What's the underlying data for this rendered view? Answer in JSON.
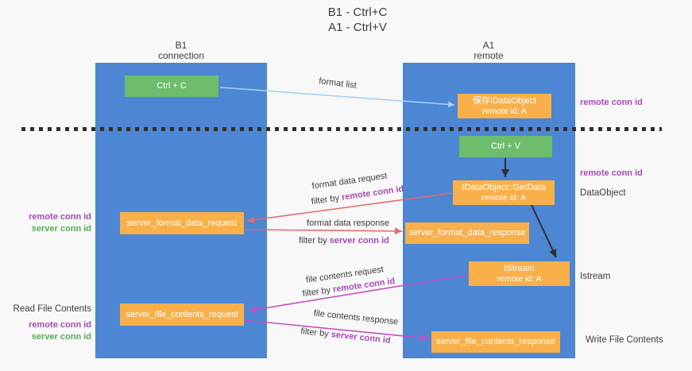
{
  "title": {
    "line1": "B1 - Ctrl+C",
    "line2": "A1 - Ctrl+V"
  },
  "columns": {
    "left": {
      "header_line1": "B1",
      "header_line2": "connection"
    },
    "right": {
      "header_line1": "A1",
      "header_line2": "remote"
    }
  },
  "boxes": {
    "ctrl_c": {
      "label": "Ctrl + C"
    },
    "save_dataobject": {
      "line1": "保存IDataObject",
      "line2": "remote id: A"
    },
    "ctrl_v": {
      "label": "Ctrl + V"
    },
    "getdata": {
      "line1": "IDataObject::GetData",
      "line2": "remote id: A"
    },
    "format_request": {
      "label": "server_format_data_request"
    },
    "format_response": {
      "label": "server_format_data_response"
    },
    "istream": {
      "line1": "IStream",
      "line2": "remote id: A"
    },
    "file_request": {
      "label": "server_file_contents_request"
    },
    "file_response": {
      "label": "server_file_contents_response"
    }
  },
  "flow_labels": {
    "format_list": "format list",
    "format_data_request": "format data request",
    "format_data_request_filter_prefix": "filter by",
    "format_data_request_filter_id": "remote conn id",
    "format_data_response": "format data response",
    "format_data_response_filter_prefix": "filter by",
    "format_data_response_filter_id": "server conn id",
    "file_contents_request": "file contents request",
    "file_contents_request_filter_prefix": "filter by",
    "file_contents_request_filter_id": "remote conn id",
    "file_contents_response": "file contents response",
    "file_contents_response_filter_prefix": "filter by",
    "file_contents_response_filter_id": "server conn id"
  },
  "labels": {
    "left": {
      "remote_conn_top": "remote conn id",
      "server_conn_top": "server conn id",
      "read_file": "Read File Contents",
      "remote_conn_bottom": "remote conn id",
      "server_conn_bottom": "server conn id"
    },
    "right": {
      "remote_conn_top": "remote conn id",
      "remote_conn_mid": "remote conn id",
      "dataobject": "DataObject",
      "istream": "Istream",
      "write_file": "Write File Contents"
    }
  },
  "colors": {
    "column-blue": "#4d86d3",
    "box-orange": "#f9b04a",
    "box-green": "#6dbd6d",
    "arrow-salmon": "#e06b6e",
    "arrow-magenta": "#c44fc4",
    "arrow-lightblue": "#a5d2f1",
    "arrow-black": "#2f2f2f",
    "text-purple": "#a44bb5",
    "text-green": "#55ab55",
    "text-dark": "#3c3c3c",
    "bg": "#f8f8f8"
  }
}
